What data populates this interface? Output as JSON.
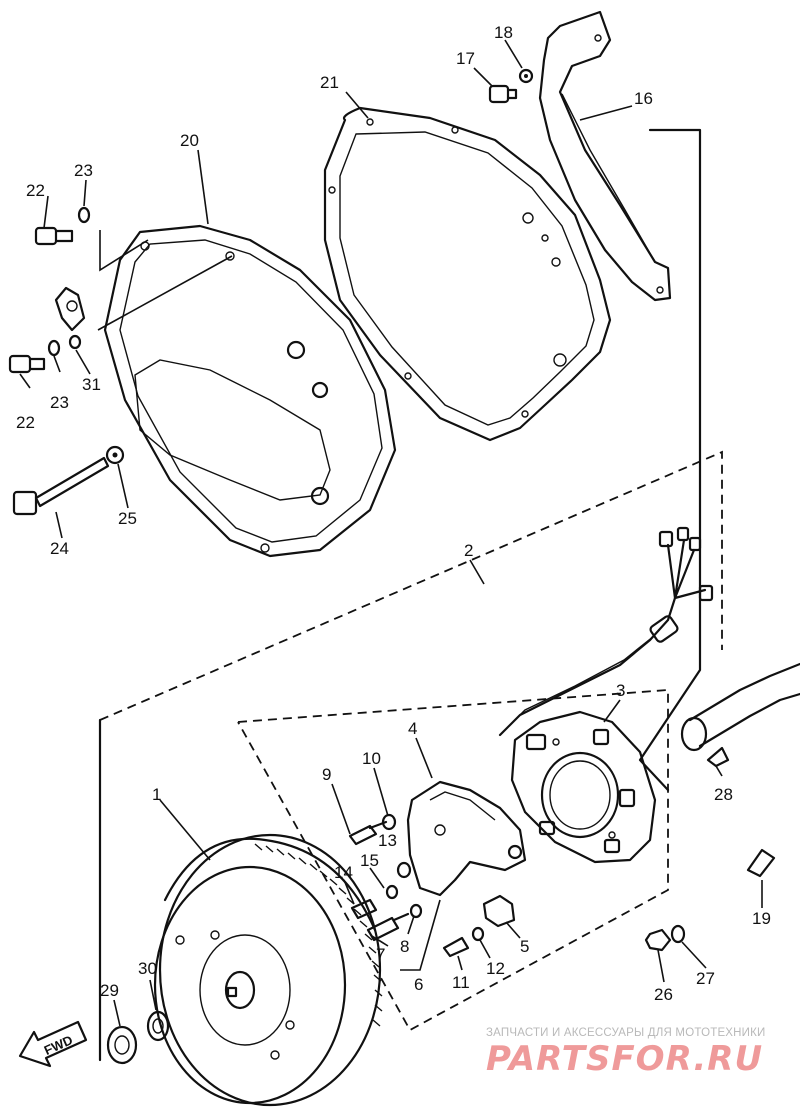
{
  "diagram": {
    "callouts": {
      "c1": "1",
      "c2": "2",
      "c3": "3",
      "c4": "4",
      "c5": "5",
      "c6": "6",
      "c7": "7",
      "c8": "8",
      "c9": "9",
      "c10": "10",
      "c11": "11",
      "c12": "12",
      "c13": "13",
      "c14": "14",
      "c15": "15",
      "c16": "16",
      "c17": "17",
      "c18": "18",
      "c19": "19",
      "c20": "20",
      "c21": "21",
      "c22a": "22",
      "c22b": "22",
      "c23a": "23",
      "c23b": "23",
      "c24": "24",
      "c25": "25",
      "c26": "26",
      "c27": "27",
      "c28": "28",
      "c29": "29",
      "c30": "30",
      "c31": "31"
    },
    "fwd_label": "FWD"
  },
  "watermark": {
    "tagline": "ЗАПЧАСТИ И АКСЕССУАРЫ ДЛЯ МОТОТЕХНИКИ",
    "brand": "PARTSFOR.RU"
  },
  "colors": {
    "ink": "#111111",
    "watermark_red": "#ef9a9a",
    "watermark_gray": "#b9b9b9"
  }
}
